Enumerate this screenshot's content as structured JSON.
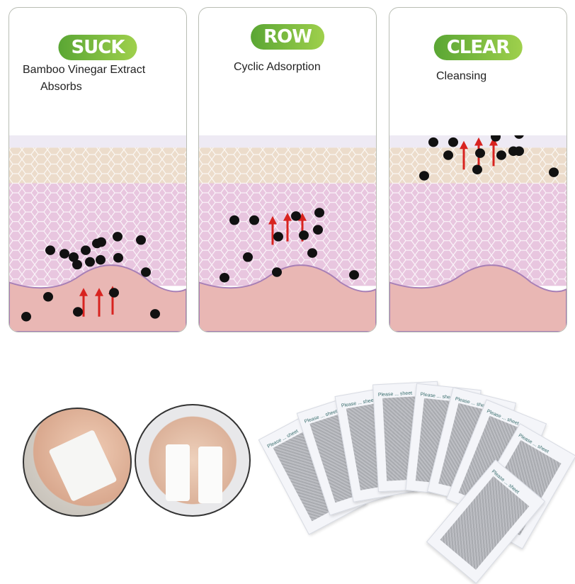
{
  "panels": [
    {
      "badge": "SUCK",
      "desc_line1": "Bamboo Vinegar Extract",
      "desc_line2": "Absorbs"
    },
    {
      "badge": "ROW",
      "desc_line1": "Cyclic Adsorption",
      "desc_line2": ""
    },
    {
      "badge": "CLEAR",
      "desc_line1": "Cleansing",
      "desc_line2": ""
    }
  ],
  "colors": {
    "badge_green": "#6db63b",
    "dot": "#111111",
    "arrow": "#d8231f",
    "dermis": "#e9b7b4",
    "cells": "#e8c6df"
  },
  "patch_text": "Please ... sheet"
}
